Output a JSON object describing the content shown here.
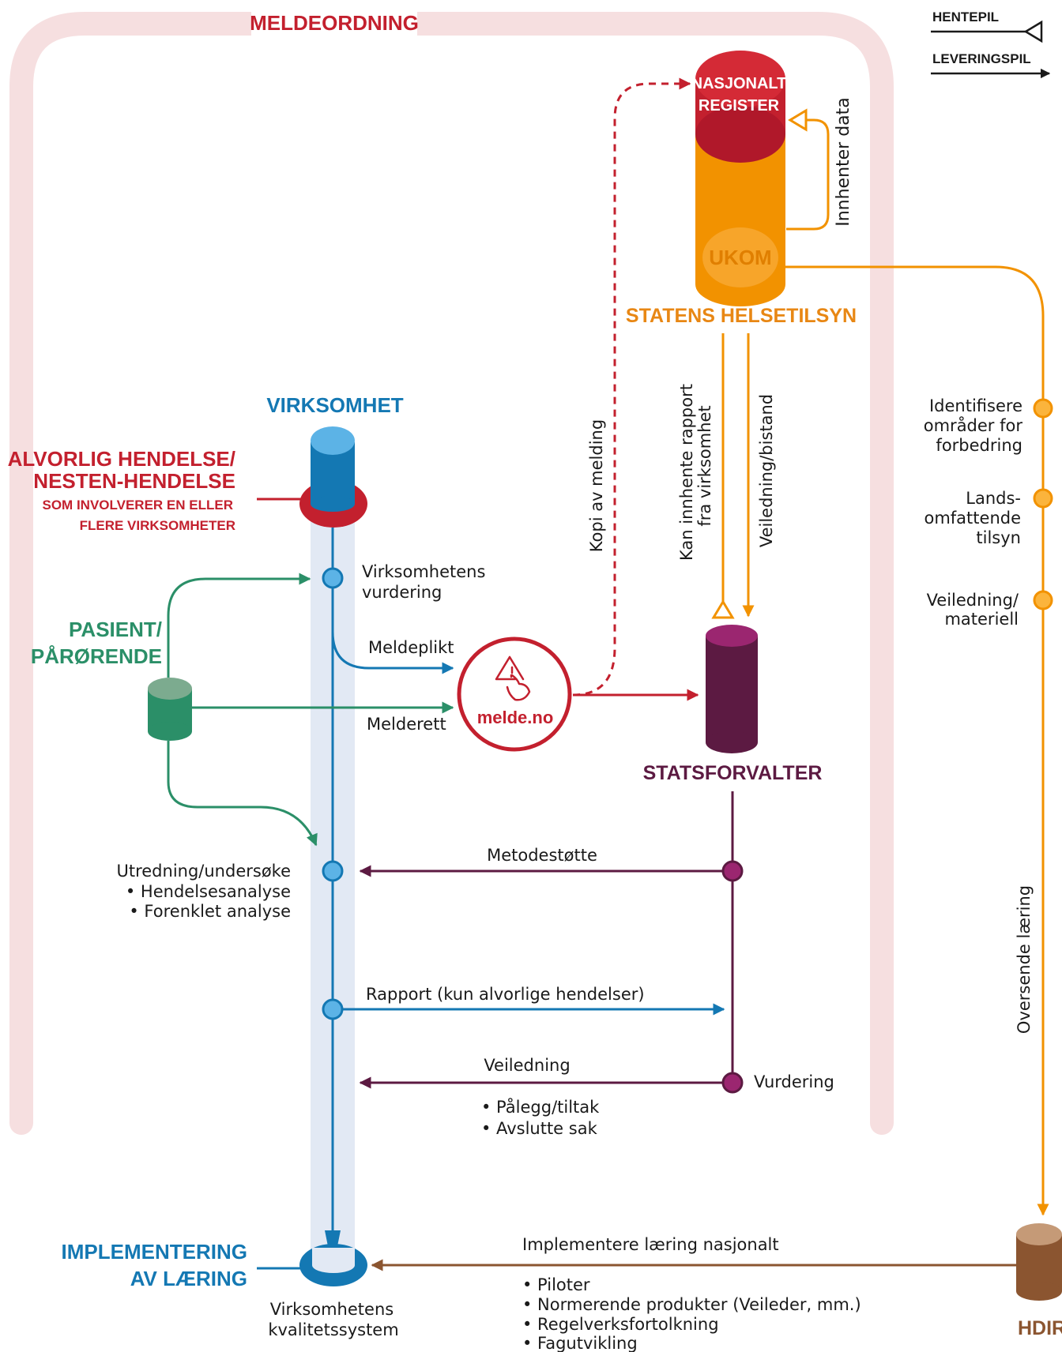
{
  "title": "MELDEORDNING",
  "legend": {
    "fetch_arrow": "HENTEPIL",
    "delivery_arrow": "LEVERINGSPIL"
  },
  "top": {
    "register_line1": "NASJONALT",
    "register_line2": "REGISTER",
    "ukom": "UKOM",
    "supervisor": "STATENS HELSETILSYN",
    "innhenter": "Innhenter data"
  },
  "virksomhet": {
    "title": "VIRKSOMHET",
    "event_line1": "ALVORLIG HENDELSE/",
    "event_line2": "NESTEN-HENDELSE",
    "event_sub1": "SOM INVOLVERER EN ELLER",
    "event_sub2": "FLERE VIRKSOMHETER",
    "assessment_line1": "Virksomhetens",
    "assessment_line2": "vurdering",
    "meldeplikt": "Meldeplikt",
    "melderett": "Melderett",
    "investigation_line1": "Utredning/undersøke",
    "investigation_line2": "• Hendelsesanalyse",
    "investigation_line3": "• Forenklet analyse",
    "report": "Rapport (kun alvorlige hendelser)",
    "implement_line1": "IMPLEMENTERING",
    "implement_line2": "AV LÆRING",
    "quality_line1": "Virksomhetens",
    "quality_line2": "kvalitetssystem"
  },
  "patient": {
    "line1": "PASIENT/",
    "line2": "PÅRØRENDE"
  },
  "melde": {
    "label": "melde.no",
    "copy": "Kopi av melding"
  },
  "statsforvalter": {
    "title": "STATSFORVALTER",
    "collect_line1": "Kan innhente rapport",
    "collect_line2": "fra virksomhet",
    "guidance_support": "Veiledning/bistand",
    "method_support": "Metodestøtte",
    "guidance": "Veiledning",
    "assessment": "Vurdering",
    "bullet1": "• Pålegg/tiltak",
    "bullet2": "• Avslutte sak"
  },
  "right": {
    "item1_line1": "Identifisere",
    "item1_line2": "områder for",
    "item1_line3": "forbedring",
    "item2_line1": "Lands-",
    "item2_line2": "omfattende",
    "item2_line3": "tilsyn",
    "item3_line1": "Veiledning/",
    "item3_line2": "materiell",
    "send": "Oversende læring"
  },
  "hdir": {
    "title": "HDIR",
    "implement": "Implementere læring nasjonalt",
    "bullet1": "• Piloter",
    "bullet2": "• Normerende produkter (Veileder, mm.)",
    "bullet3": "• Regelverksfortolkning",
    "bullet4": "• Fagutvikling"
  },
  "colors": {
    "red": "#c3202e",
    "blue": "#1478b3",
    "light_blue": "#5cb3e6",
    "green": "#2b8f68",
    "orange": "#f29200",
    "purple": "#5c1a42",
    "brown": "#8b5530",
    "pink_frame": "#f6dfe0"
  }
}
